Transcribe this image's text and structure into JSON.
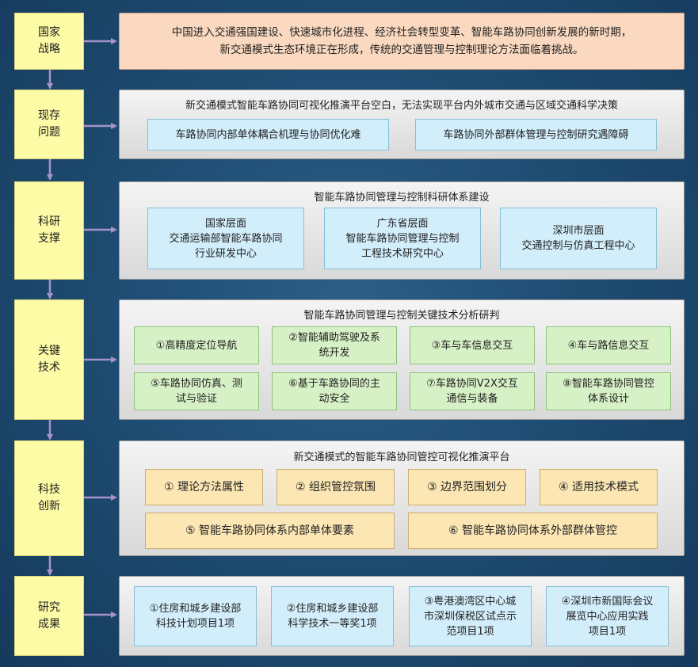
{
  "strategy": {
    "label": "国家\n战略",
    "text": "中国进入交通强国建设、快速城市化进程、经济社会转型变革、智能车路协同创新发展的新时期，\n新交通模式生态环境正在形成，传统的交通管理与控制理论方法面临着挑战。"
  },
  "problems": {
    "label": "现存\n问题",
    "title": "新交通模式智能车路协同可视化推演平台空白，无法实现平台内外城市交通与区域交通科学决策",
    "items": [
      "车路协同内部单体耦合机理与协同优化难",
      "车路协同外部群体管理与控制研究遇障碍"
    ]
  },
  "research": {
    "label": "科研\n支撑",
    "title": "智能车路协同管理与控制科研体系建设",
    "items": [
      "国家层面\n交通运输部智能车路协同\n行业研发中心",
      "广东省层面\n智能车路协同管理与控制\n工程技术研究中心",
      "深圳市层面\n交通控制与仿真工程中心"
    ]
  },
  "keytech": {
    "label": "关键\n技术",
    "title": "智能车路协同管理与控制关键技术分析研判",
    "items": [
      "①高精度定位导航",
      "②智能辅助驾驶及系\n统开发",
      "③车与车信息交互",
      "④车与路信息交互",
      "⑤车路协同仿真、测\n试与验证",
      "⑥基于车路协同的主\n动安全",
      "⑦车路协同V2X交互\n通信与装备",
      "⑧智能车路协同管控\n体系设计"
    ]
  },
  "innovation": {
    "label": "科技\n创新",
    "title": "新交通模式的智能车路协同管控可视化推演平台",
    "items": [
      "① 理论方法属性",
      "② 组织管控氛围",
      "③ 边界范围划分",
      "④ 适用技术模式",
      "⑤ 智能车路协同体系内部单体要素",
      "⑥ 智能车路协同体系外部群体管控"
    ]
  },
  "results": {
    "label": "研究\n成果",
    "items": [
      "①住房和城乡建设部\n科技计划项目1项",
      "②住房和城乡建设部\n科学技术一等奖1项",
      "③粤港澳湾区中心城\n市深圳保税区试点示\n范项目1项",
      "④深圳市新国际会议\n展览中心应用实践\n项目1项"
    ]
  },
  "colors": {
    "label_fill": "#fdfba6",
    "arrow": "#a594c8",
    "panel": "#e6e6e6",
    "top_fill": "#fad9c0"
  }
}
